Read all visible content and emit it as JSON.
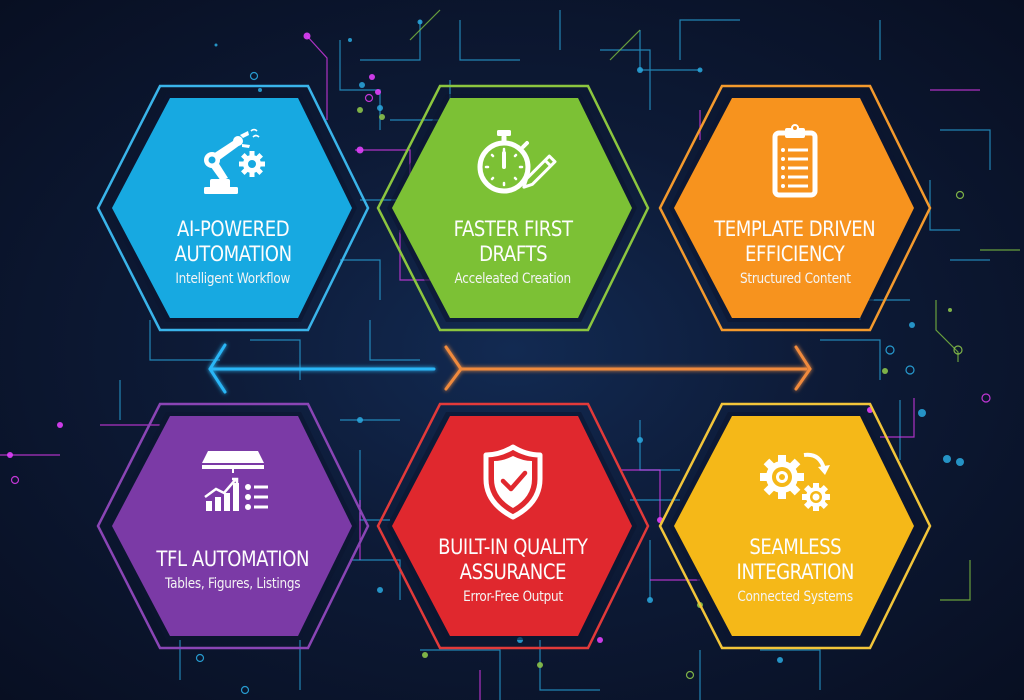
{
  "background": {
    "color": "#0b1530",
    "circuit_colors": [
      "#29b6f6",
      "#e040fb",
      "#8bc34a"
    ]
  },
  "hexagons": [
    {
      "title_line1": "AI-POWERED",
      "title_line2": "AUTOMATION",
      "subtitle": "Intelligent Workflow",
      "icon": "robot-arm-gear-icon",
      "color": "#17a9e1",
      "border": "#3ab4ea"
    },
    {
      "title_line1": "FASTER FIRST",
      "title_line2": "DRAFTS",
      "subtitle": "Acceleated Creation",
      "icon": "stopwatch-pencil-icon",
      "color": "#7cc135",
      "border": "#8cc63f"
    },
    {
      "title_line1": "TEMPLATE DRIVEN",
      "title_line2": "EFFICIENCY",
      "subtitle": "Structured Content",
      "icon": "clipboard-list-icon",
      "color": "#f7931e",
      "border": "#f49a2d"
    },
    {
      "title_line1": "TFL AUTOMATION",
      "title_line2": "",
      "subtitle": "Tables, Figures, Listings",
      "icon": "table-chart-list-icon",
      "color": "#7b3aa6",
      "border": "#8a45b5"
    },
    {
      "title_line1": "BUILT-IN QUALITY",
      "title_line2": "ASSURANCE",
      "subtitle": "Error-Free Output",
      "icon": "shield-check-icon",
      "color": "#e0282e",
      "border": "#e23a3a"
    },
    {
      "title_line1": "SEAMLESS",
      "title_line2": "INTEGRATION",
      "subtitle": "Connected Systems",
      "icon": "gears-sync-icon",
      "color": "#f5b818",
      "border": "#f2c53a"
    }
  ],
  "arrows": [
    {
      "direction": "left",
      "color": "#29b6f6"
    },
    {
      "direction": "right",
      "color": "#f08a3c"
    }
  ]
}
